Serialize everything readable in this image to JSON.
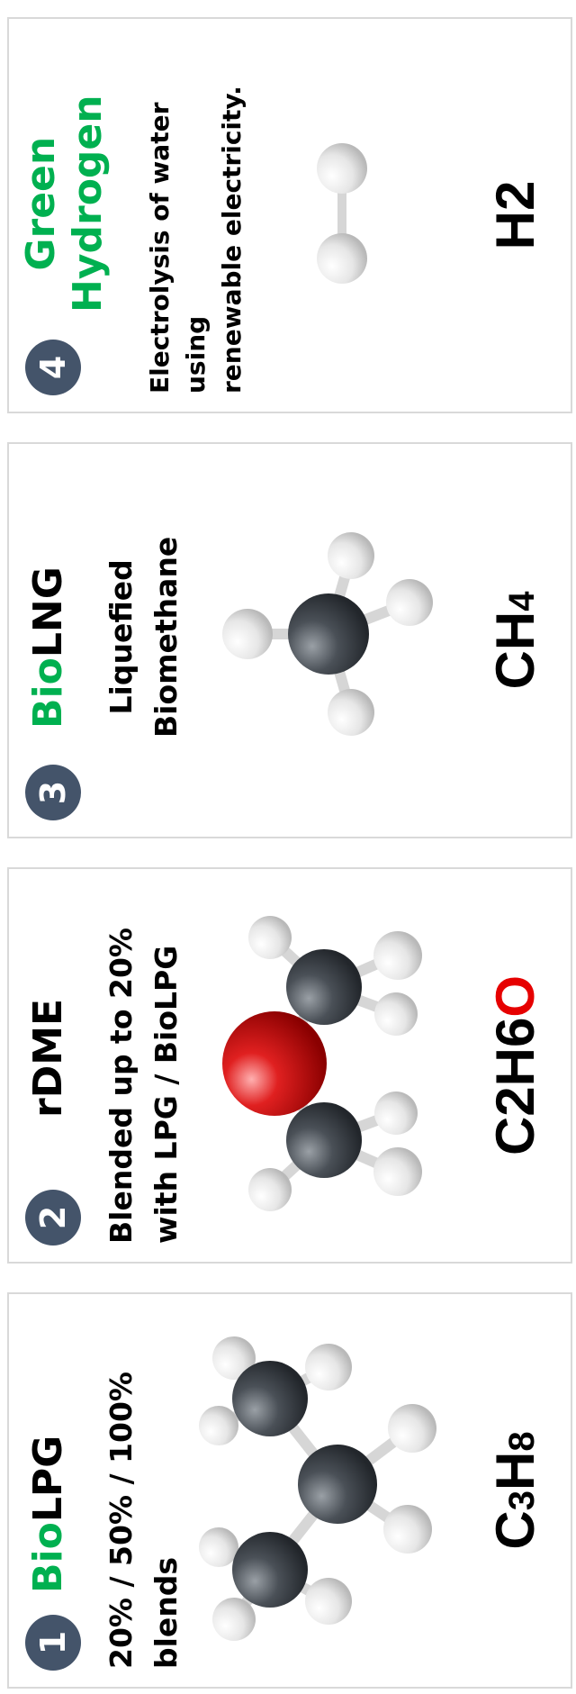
{
  "colors": {
    "badge": "#44546a",
    "green": "#00b050",
    "red": "#e60000",
    "border": "#d9d9d9",
    "carbon": "#3b4046",
    "hydrogen": "#e9e9e9",
    "oxygen": "#c81010"
  },
  "cards": [
    {
      "number": "1",
      "title_green": "Bio",
      "title_black": "LPG",
      "desc": "20% / 50% / 100%\nblends",
      "formula": {
        "c": "C",
        "c_n": "3",
        "h": "H",
        "h_n": "8"
      },
      "molecule": "propane"
    },
    {
      "number": "2",
      "title": "rDME",
      "desc": "Blended up to 20%\nwith LPG / BioLPG",
      "formula": {
        "p1": "C2H6",
        "o": "O"
      },
      "molecule": "dimethyl-ether"
    },
    {
      "number": "3",
      "title_green": "Bio",
      "title_black": "LNG",
      "desc": "Liquefied\nBiomethane",
      "formula": {
        "c": "CH",
        "n": "4"
      },
      "molecule": "methane"
    },
    {
      "number": "4",
      "title": "Green\nHydrogen",
      "desc": "Electrolysis of water using\nrenewable electricity.",
      "formula": {
        "text": "H2"
      },
      "molecule": "hydrogen"
    }
  ]
}
